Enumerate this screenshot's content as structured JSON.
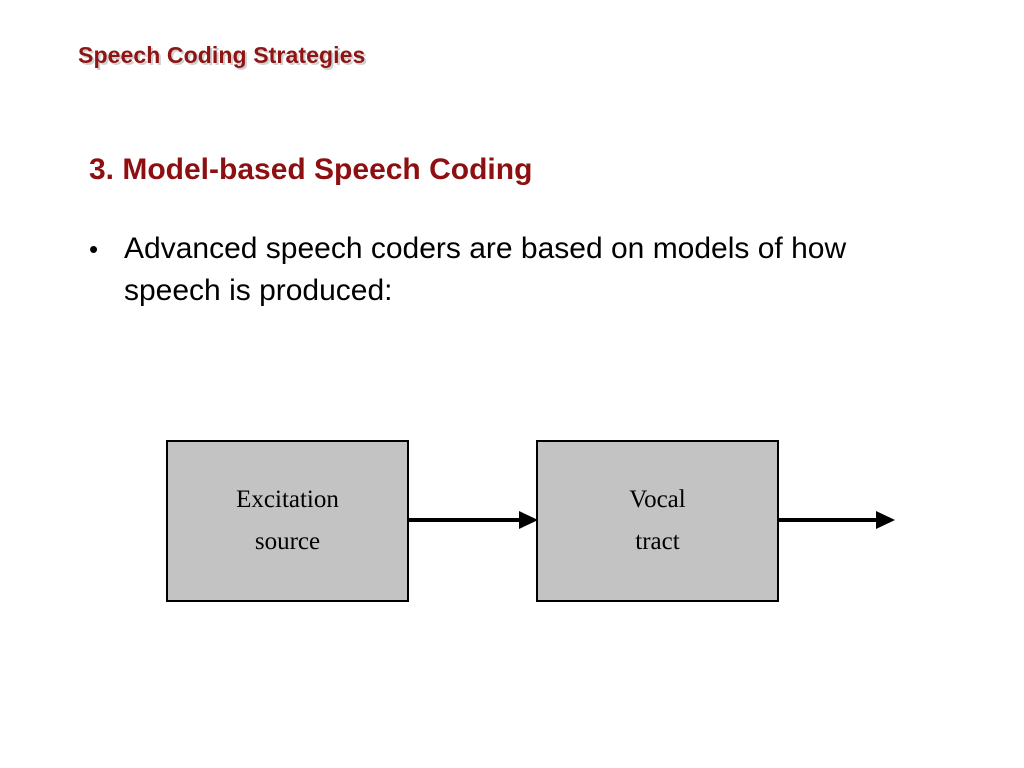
{
  "slide": {
    "title": "Speech Coding Strategies",
    "title_color": "#8f1515",
    "background_color": "#ffffff",
    "heading": "3. Model-based Speech Coding",
    "heading_color": "#8d0f12"
  },
  "body": {
    "bullets": [
      {
        "marker": "•",
        "text": "Advanced speech coders are based on models of how speech is produced:",
        "color": "#000000"
      }
    ]
  },
  "diagram": {
    "type": "block-diagram",
    "fill_color": "#c3c3c3",
    "border_color": "#000000",
    "blocks": [
      {
        "id": "excitation-source",
        "line1": "Excitation",
        "line2": "source"
      },
      {
        "id": "vocal-tract",
        "line1": "Vocal",
        "line2": "tract"
      }
    ],
    "connectors": [
      {
        "id": "excitation-to-vocal-tract",
        "kind": "arrow-right"
      },
      {
        "id": "vocal-tract-output",
        "kind": "arrow-right"
      }
    ]
  }
}
